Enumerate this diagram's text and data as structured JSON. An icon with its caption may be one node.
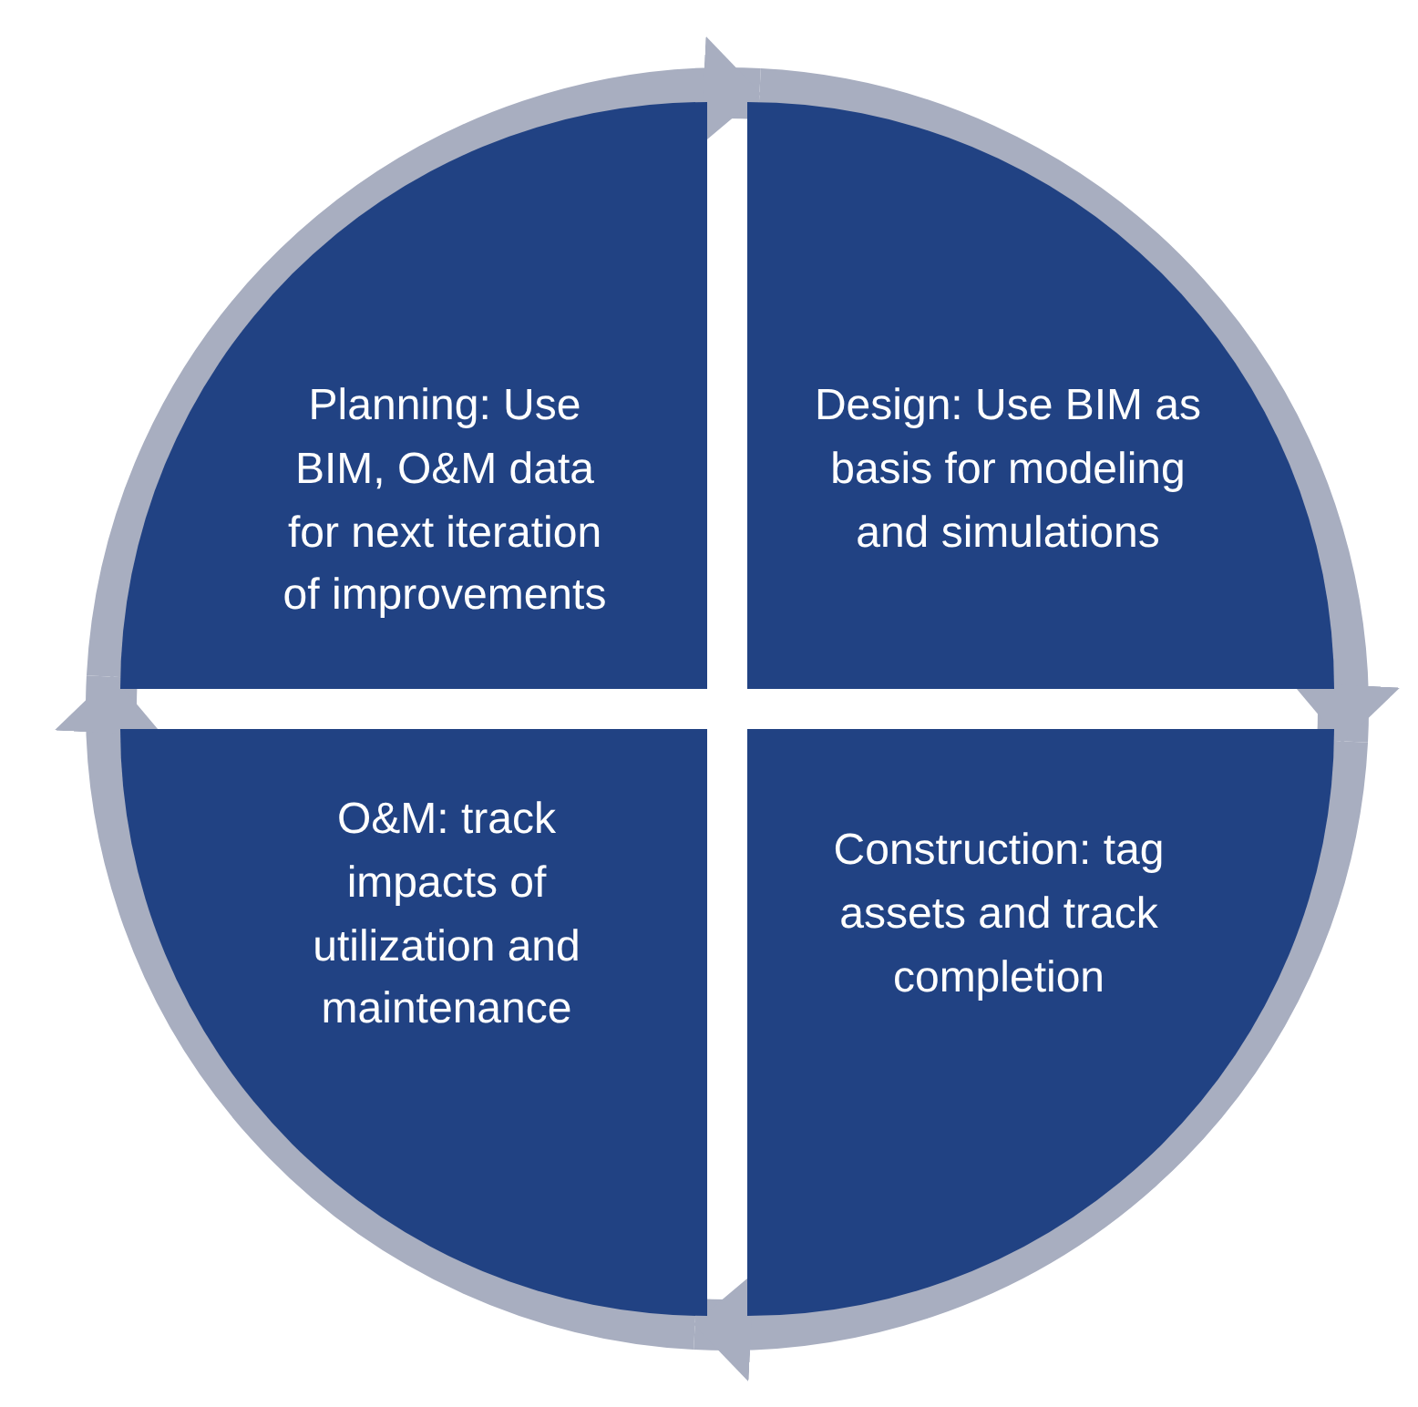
{
  "diagram": {
    "nodes": [
      {
        "text": [
          "Planning: Use BIM, O&M data for next iteration of improvements"
        ]
      },
      {
        "text": [
          "Design: Use BIM as basis for modeling and simulations"
        ]
      },
      {
        "text": [
          "Construction: tag assets and track completion"
        ]
      },
      {
        "text": [
          "O&M: track impacts of utilization and maintenance"
        ]
      }
    ],
    "edges": [
      {
        "from": 0,
        "to": 1,
        "arrow": "to"
      },
      {
        "from": 1,
        "to": 2,
        "arrow": "to"
      },
      {
        "from": 2,
        "to": 3,
        "arrow": "to"
      },
      {
        "from": 3,
        "to": 0,
        "arrow": "to"
      }
    ]
  }
}
